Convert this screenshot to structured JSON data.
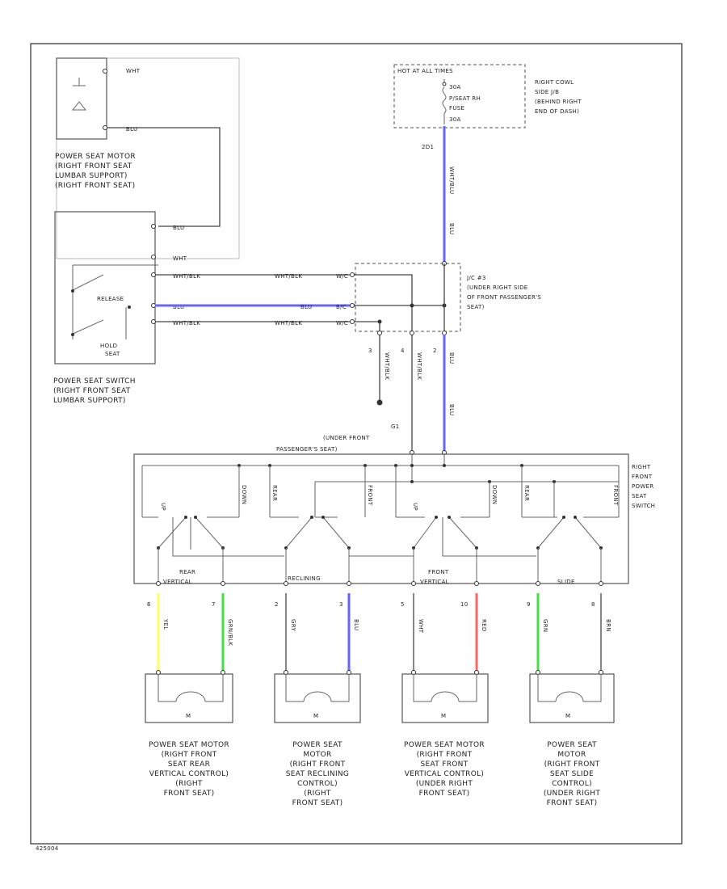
{
  "diagram": {
    "code": "425004",
    "colors": {
      "blue": "#6666ff",
      "yellow": "#ffff66",
      "green": "#44dd44",
      "red": "#ff6666",
      "black": "#333333"
    },
    "fuse": {
      "header": "HOT AT ALL TIMES",
      "label1": "30A",
      "label2": "P/SEAT RH",
      "label3": "FUSE",
      "label4": "30A",
      "side1": "RIGHT COWL",
      "side2": "SIDE J/B",
      "side3": "(BEHIND RIGHT",
      "side4": "END OF DASH)",
      "conn": "2D1"
    },
    "jc": {
      "line1": "J/C #3",
      "line2": "(UNDER RIGHT SIDE",
      "line3": "OF FRONT PASSENGER'S",
      "line4": "SEAT)"
    },
    "under_front": {
      "line1": "G1",
      "line2": "(UNDER FRONT",
      "line3": "PASSENGER'S SEAT)"
    },
    "lumbar_motor": {
      "line1": "POWER SEAT MOTOR",
      "line2": "(RIGHT FRONT SEAT",
      "line3": "LUMBAR SUPPORT)",
      "line4": "(RIGHT FRONT SEAT)",
      "pin1": "WHT",
      "pin2": "BLU"
    },
    "lumbar_switch": {
      "line1": "POWER SEAT SWITCH",
      "line2": "(RIGHT FRONT SEAT",
      "line3": "LUMBAR SUPPORT)",
      "release": "RELEASE",
      "hold": "HOLD",
      "hold2": "SEAT",
      "pin_a": "BLU",
      "pin_b": "WHT",
      "pin_c": "WHT/BLK",
      "pin_d": "BLU",
      "pin_e": "WHT/BLK"
    },
    "wires": {
      "a": "WHT/BLK",
      "b": "BLU",
      "c": "WHT/BLK",
      "d": "WHT/BLU",
      "e": "BLU",
      "f": "WHT/BLK",
      "g": "WHT/BLK",
      "h": "BLU",
      "i": "BLU",
      "pin_3": "3",
      "pin_4": "4",
      "pin_2": "2",
      "n_a": "W/C",
      "n_b": "B/C",
      "n_c": "W/C"
    },
    "seat_switch": {
      "line1": "RIGHT",
      "line2": "FRONT",
      "line3": "POWER",
      "line4": "SEAT",
      "line5": "SWITCH",
      "rear_label": "REAR",
      "rear_vertical": "VERTICAL",
      "reclining": "RECLINING",
      "front_label": "FRONT",
      "front_vertical": "VERTICAL",
      "slide": "SLIDE",
      "up1": "UP",
      "down1": "DOWN",
      "rear1": "REAR",
      "front1": "FRONT",
      "up2": "UP",
      "down2": "DOWN",
      "rear2": "REAR",
      "front2": "FRONT"
    },
    "motor_wires": {
      "p1": "6",
      "p2": "7",
      "p3": "2",
      "p4": "3",
      "p5": "5",
      "p6": "10",
      "p7": "9",
      "p8": "8",
      "w1": "YEL",
      "w2": "GRN/BLK",
      "w3": "GRY",
      "w4": "BLU",
      "w5": "WHT",
      "w6": "RED",
      "w7": "GRN",
      "w8": "BRN"
    },
    "motors": {
      "m": "M",
      "m1": [
        "POWER SEAT MOTOR",
        "(RIGHT FRONT",
        "SEAT REAR",
        "VERTICAL CONTROL)",
        "(RIGHT",
        "FRONT SEAT)"
      ],
      "m2": [
        "POWER SEAT",
        "MOTOR",
        "(RIGHT FRONT",
        "SEAT RECLINING",
        "CONTROL)",
        "(RIGHT",
        "FRONT SEAT)"
      ],
      "m3": [
        "POWER SEAT MOTOR",
        "(RIGHT FRONT",
        "SEAT FRONT",
        "VERTICAL CONTROL)",
        "(UNDER RIGHT",
        "FRONT SEAT)"
      ],
      "m4": [
        "POWER SEAT",
        "MOTOR",
        "(RIGHT FRONT",
        "SEAT SLIDE",
        "CONTROL)",
        "(UNDER RIGHT",
        "FRONT SEAT)"
      ]
    }
  }
}
